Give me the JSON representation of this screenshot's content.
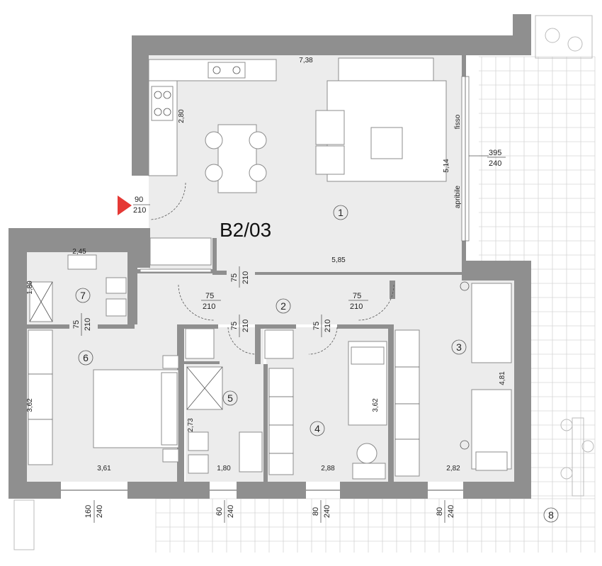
{
  "unit_code": "B2/03",
  "rooms": [
    {
      "num": "1"
    },
    {
      "num": "2"
    },
    {
      "num": "3"
    },
    {
      "num": "4"
    },
    {
      "num": "5"
    },
    {
      "num": "6"
    },
    {
      "num": "7"
    },
    {
      "num": "8"
    }
  ],
  "dimensions": {
    "living_width": "7,38",
    "kitchen_depth": "2,80",
    "living_depth": "5,14",
    "living_bottom": "5,85",
    "bath7_width": "2,45",
    "bath7_depth": "1,80",
    "room6_depth": "3,62",
    "room6_width": "3,61",
    "room5_depth": "2,73",
    "room5_width": "1,80",
    "room4_depth": "3,62",
    "room4_width": "2,88",
    "room3_depth": "4,81",
    "room3_width": "2,82"
  },
  "openings": {
    "entry": {
      "w": "90",
      "h": "210"
    },
    "living_window": {
      "w": "395",
      "h": "240"
    },
    "door_corridor_top": {
      "w": "75",
      "h": "210"
    },
    "door_room6": {
      "w": "75",
      "h": "210"
    },
    "door_room3": {
      "w": "75",
      "h": "210"
    },
    "door_bath7": {
      "w": "75",
      "h": "210"
    },
    "door_bath5": {
      "w": "75",
      "h": "210"
    },
    "door_room4": {
      "w": "75",
      "h": "210"
    },
    "win_room6": {
      "w": "160",
      "h": "240"
    },
    "win_room5": {
      "w": "60",
      "h": "240"
    },
    "win_room4": {
      "w": "80",
      "h": "240"
    },
    "win_room3": {
      "w": "80",
      "h": "240"
    }
  },
  "labels": {
    "fixed": "fisso",
    "opening": "apribile"
  },
  "colors": {
    "wall": "#8f8f8f",
    "floor": "#ececec",
    "entry_marker": "#e53935"
  }
}
